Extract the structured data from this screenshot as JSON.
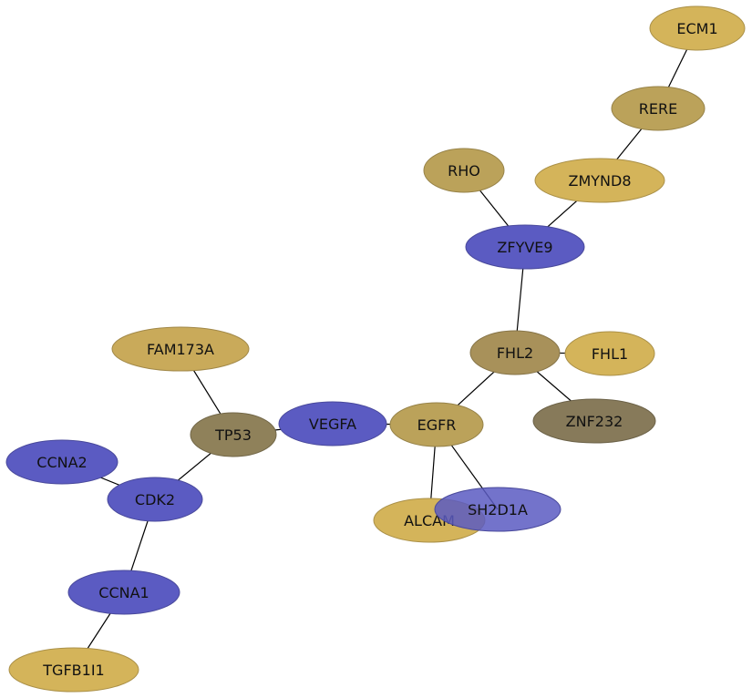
{
  "nodes": [
    {
      "id": "ECM1",
      "label": "ECM1",
      "color": "#d4b45a"
    },
    {
      "id": "RERE",
      "label": "RERE",
      "color": "#bba25a"
    },
    {
      "id": "ZMYND8",
      "label": "ZMYND8",
      "color": "#d4b45a"
    },
    {
      "id": "RHO",
      "label": "RHO",
      "color": "#bba25a"
    },
    {
      "id": "ZFYVE9",
      "label": "ZFYVE9",
      "color": "#5b5bc2"
    },
    {
      "id": "FHL2",
      "label": "FHL2",
      "color": "#a8915a"
    },
    {
      "id": "FHL1",
      "label": "FHL1",
      "color": "#d4b45a"
    },
    {
      "id": "ZNF232",
      "label": "ZNF232",
      "color": "#877a5a"
    },
    {
      "id": "EGFR",
      "label": "EGFR",
      "color": "#bba25a"
    },
    {
      "id": "VEGFA",
      "label": "VEGFA",
      "color": "#5b5bc2"
    },
    {
      "id": "FAM173A",
      "label": "FAM173A",
      "color": "#c9aa5a"
    },
    {
      "id": "TP53",
      "label": "TP53",
      "color": "#8f815a"
    },
    {
      "id": "CCNA2",
      "label": "CCNA2",
      "color": "#5b5bc2"
    },
    {
      "id": "CDK2",
      "label": "CDK2",
      "color": "#5b5bc2"
    },
    {
      "id": "ALCAM",
      "label": "ALCAM",
      "color": "#d4b45a"
    },
    {
      "id": "SH2D1A",
      "label": "SH2D1A",
      "color": "#5b5bc2"
    },
    {
      "id": "CCNA1",
      "label": "CCNA1",
      "color": "#5b5bc2"
    },
    {
      "id": "TGFB1I1",
      "label": "TGFB1I1",
      "color": "#d4b45a"
    }
  ],
  "edges": [
    [
      "ECM1",
      "RERE"
    ],
    [
      "RERE",
      "ZMYND8"
    ],
    [
      "ZMYND8",
      "ZFYVE9"
    ],
    [
      "RHO",
      "ZFYVE9"
    ],
    [
      "ZFYVE9",
      "FHL2"
    ],
    [
      "FHL2",
      "FHL1"
    ],
    [
      "FHL2",
      "ZNF232"
    ],
    [
      "FHL2",
      "EGFR"
    ],
    [
      "EGFR",
      "VEGFA"
    ],
    [
      "EGFR",
      "ALCAM"
    ],
    [
      "EGFR",
      "SH2D1A"
    ],
    [
      "VEGFA",
      "TP53"
    ],
    [
      "FAM173A",
      "TP53"
    ],
    [
      "TP53",
      "CDK2"
    ],
    [
      "CCNA2",
      "CDK2"
    ],
    [
      "CDK2",
      "CCNA1"
    ],
    [
      "CCNA1",
      "TGFB1I1"
    ]
  ]
}
